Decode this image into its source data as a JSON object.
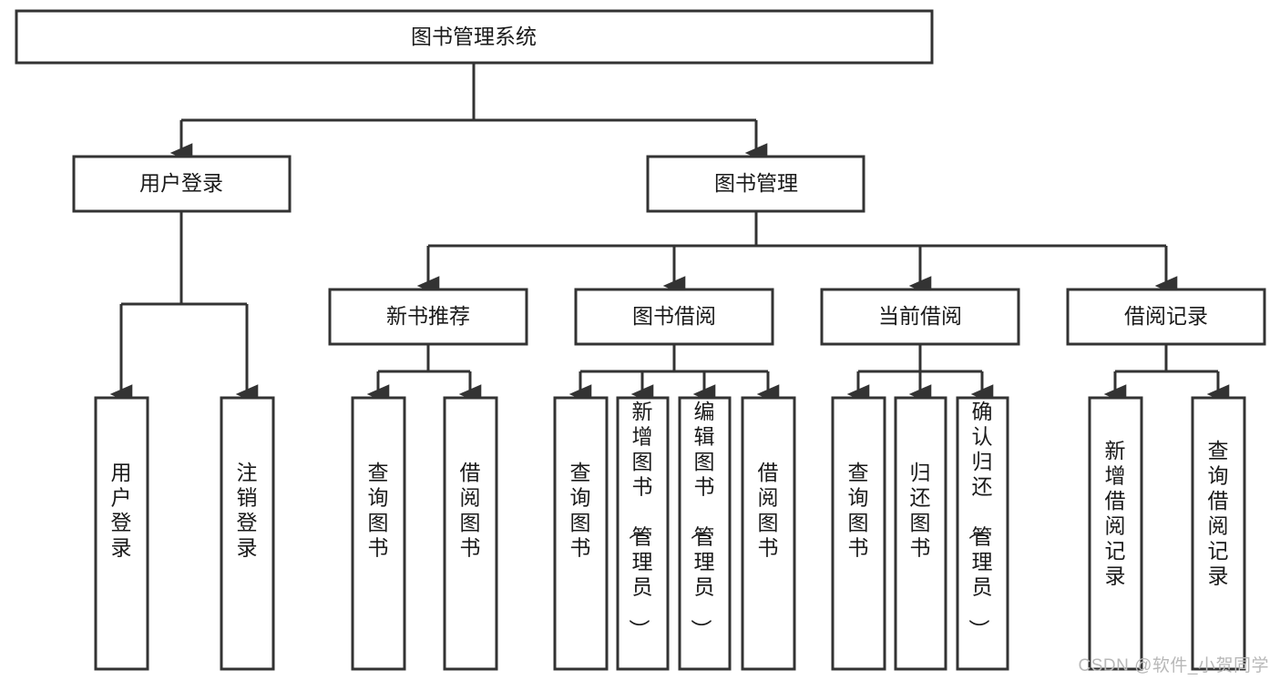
{
  "diagram": {
    "type": "tree",
    "title": "图书管理系统",
    "watermark": "CSDN @软件_小贺同学",
    "root": {
      "id": "root",
      "label": "图书管理系统",
      "orientation": "horizontal"
    },
    "level1": [
      {
        "id": "user-login",
        "label": "用户登录",
        "orientation": "horizontal"
      },
      {
        "id": "book-manage",
        "label": "图书管理",
        "orientation": "horizontal"
      }
    ],
    "level2": [
      {
        "id": "new-book-recommend",
        "label": "新书推荐",
        "orientation": "horizontal",
        "parent": "book-manage"
      },
      {
        "id": "book-borrow",
        "label": "图书借阅",
        "orientation": "horizontal",
        "parent": "book-manage"
      },
      {
        "id": "current-borrow",
        "label": "当前借阅",
        "orientation": "horizontal",
        "parent": "book-manage"
      },
      {
        "id": "borrow-record",
        "label": "借阅记录",
        "orientation": "horizontal",
        "parent": "book-manage"
      }
    ],
    "leaves": [
      {
        "id": "leaf-user-login",
        "label": "用户登录",
        "orientation": "vertical",
        "parent": "user-login"
      },
      {
        "id": "leaf-logout",
        "label": "注销登录",
        "orientation": "vertical",
        "parent": "user-login"
      },
      {
        "id": "leaf-query-book-1",
        "label": "查询图书",
        "orientation": "vertical",
        "parent": "new-book-recommend"
      },
      {
        "id": "leaf-borrow-book-1",
        "label": "借阅图书",
        "orientation": "vertical",
        "parent": "new-book-recommend"
      },
      {
        "id": "leaf-query-book-2",
        "label": "查询图书",
        "orientation": "vertical",
        "parent": "book-borrow"
      },
      {
        "id": "leaf-add-book",
        "label": "新增图书（管理员）",
        "orientation": "vertical",
        "parent": "book-borrow"
      },
      {
        "id": "leaf-edit-book",
        "label": "编辑图书（管理员）",
        "orientation": "vertical",
        "parent": "book-borrow"
      },
      {
        "id": "leaf-borrow-book-2",
        "label": "借阅图书",
        "orientation": "vertical",
        "parent": "book-borrow"
      },
      {
        "id": "leaf-query-book-3",
        "label": "查询图书",
        "orientation": "vertical",
        "parent": "current-borrow"
      },
      {
        "id": "leaf-return-book",
        "label": "归还图书",
        "orientation": "vertical",
        "parent": "current-borrow"
      },
      {
        "id": "leaf-confirm-return",
        "label": "确认归还（管理员）",
        "orientation": "vertical",
        "parent": "current-borrow"
      },
      {
        "id": "leaf-add-record",
        "label": "新增借阅记录",
        "orientation": "vertical",
        "parent": "borrow-record"
      },
      {
        "id": "leaf-query-record",
        "label": "查询借阅记录",
        "orientation": "vertical",
        "parent": "borrow-record"
      }
    ],
    "colors": {
      "stroke": "#333333",
      "box_fill": "#ffffff",
      "text": "#1a1a1a",
      "background": "#ffffff",
      "watermark": "#b8b8b8"
    }
  }
}
